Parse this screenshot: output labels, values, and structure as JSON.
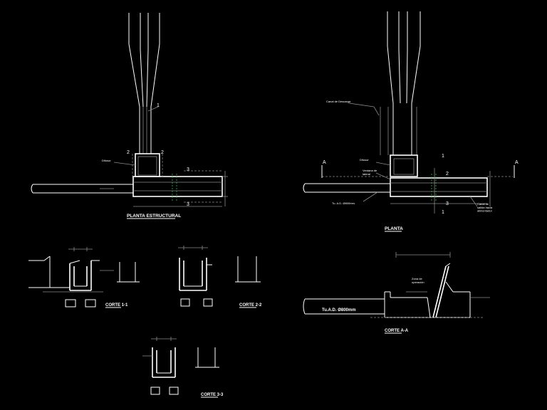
{
  "planta_estructural": {
    "title": "PLANTA ESTRUCTURAL",
    "label_disipador": "Difusor",
    "section_marks": [
      "1",
      "2",
      "2",
      "3",
      "3"
    ]
  },
  "planta": {
    "title": "PLANTA",
    "label_canal_descarga": "Canal de Descarga",
    "label_difusor": "Difusor",
    "label_ventana": "Ventana de\nlateral",
    "label_tuberia": "Tu. A.D. Ø800mm.",
    "label_canal_salida": "Canal de\nsalida hacia\nalimentador",
    "section_a_left": "A",
    "section_a_right": "A",
    "section_marks": [
      "1",
      "1",
      "2",
      "3"
    ]
  },
  "corte_1_1": {
    "title": "CORTE 1-1"
  },
  "corte_2_2": {
    "title": "CORTE 2-2"
  },
  "corte_3_3": {
    "title": "CORTE 3-3"
  },
  "corte_a_a": {
    "title": "CORTE A-A",
    "label_zona": "Zona de\noperación",
    "label_tuberia": "Tu.A.D. Ø800mm"
  }
}
